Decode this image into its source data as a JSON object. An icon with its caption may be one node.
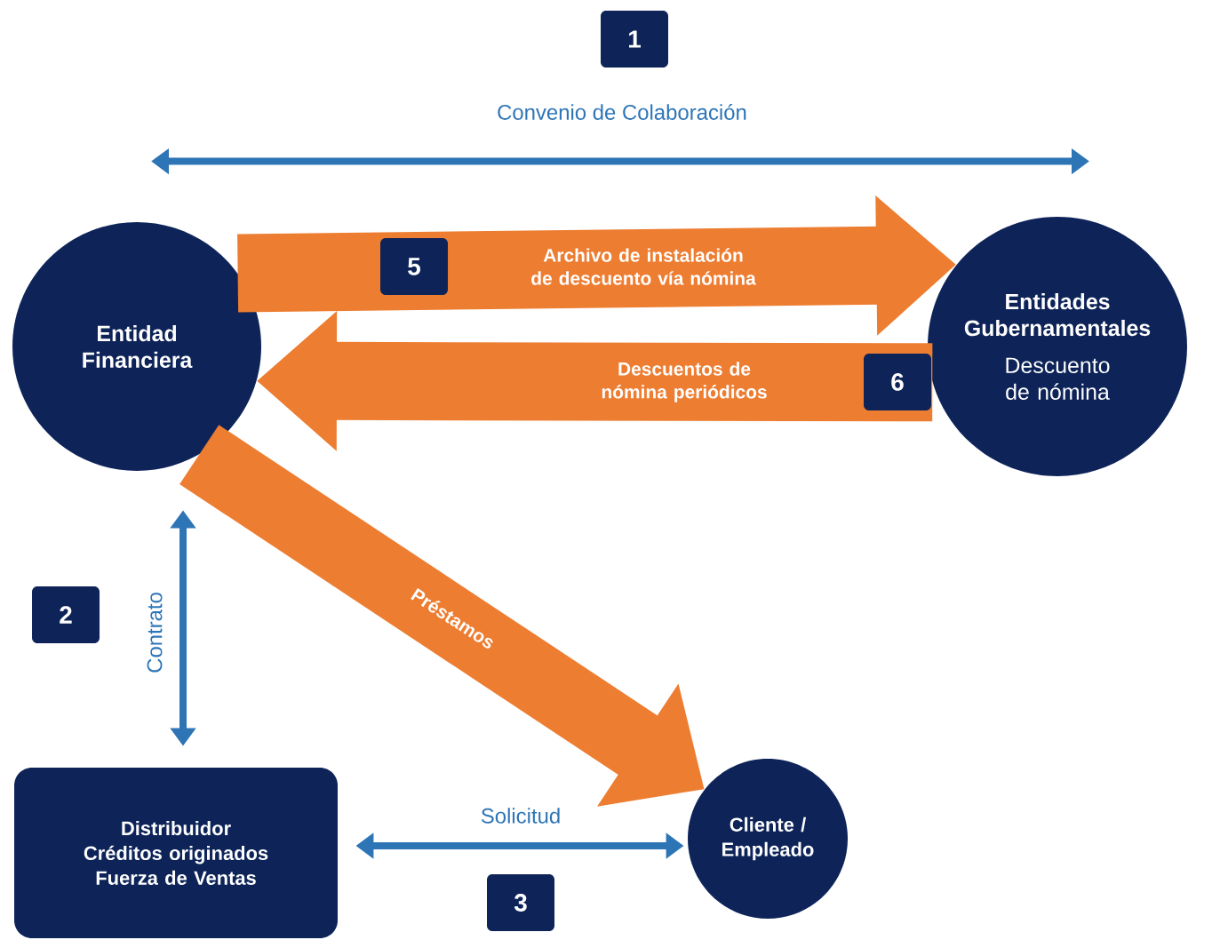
{
  "diagram": {
    "nodes": [
      {
        "text": [
          "Entidad Financiera"
        ]
      },
      {
        "text": [
          "Entidades Gubernamentales",
          "Descuento de nómina"
        ]
      },
      {
        "text": [
          "Distribuidor Créditos originados Fuerza de Ventas"
        ]
      },
      {
        "text": [
          "Cliente / Empleado"
        ]
      }
    ],
    "edges": [
      {
        "from": 0,
        "to": 1,
        "arrow": "both",
        "label": "Convenio de Colaboración"
      },
      {
        "from": 0,
        "to": 1,
        "arrow": "to",
        "label": "Archivo de instalación de descuento vía nómina",
        "style": "thick",
        "color": "#ed7d31"
      },
      {
        "from": 1,
        "to": 0,
        "arrow": "to",
        "label": "Descuentos de nómina periódicos",
        "style": "thick",
        "color": "#ed7d31"
      },
      {
        "from": 0,
        "to": 3,
        "arrow": "to",
        "label": "Préstamos",
        "style": "thick",
        "color": "#ed7d31"
      },
      {
        "from": 0,
        "to": 2,
        "arrow": "both",
        "label": "Contrato"
      },
      {
        "from": 2,
        "to": 3,
        "arrow": "both",
        "label": "Solicitud"
      }
    ],
    "labels": [
      "1",
      "2",
      "3",
      "5",
      "6"
    ]
  }
}
